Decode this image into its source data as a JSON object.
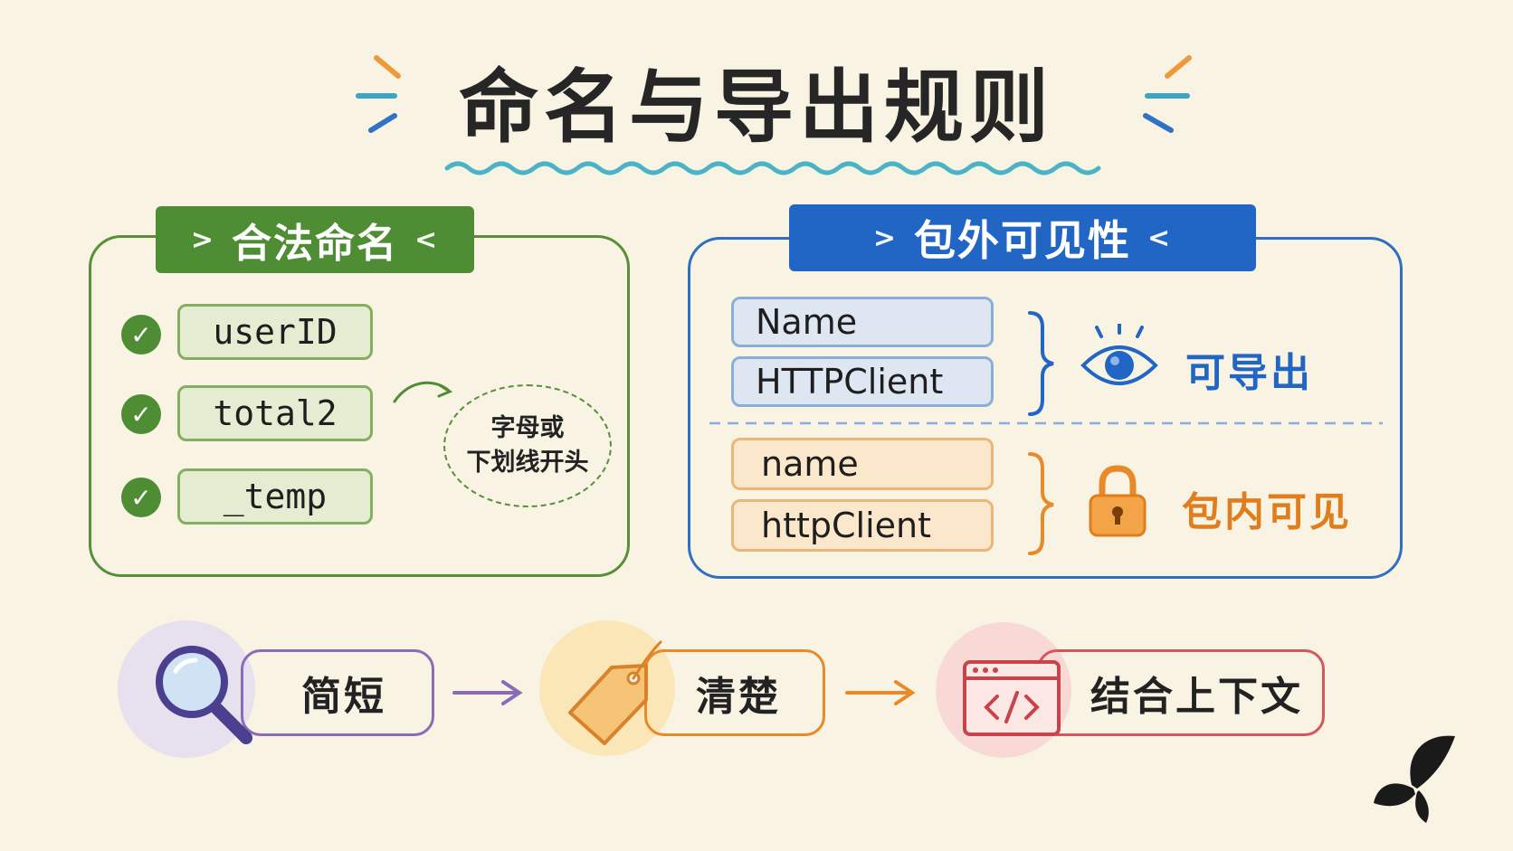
{
  "title": "命名与导出规则",
  "colors": {
    "background": "#f8f3e3",
    "green": "#4f8d35",
    "blue": "#2166c4",
    "orange": "#e98a2a",
    "purple": "#8b6bb5",
    "red": "#d6565c"
  },
  "legal_naming": {
    "heading": "合法命名",
    "items": [
      "userID",
      "total2",
      "_temp"
    ],
    "note_line1": "字母或",
    "note_line2": "下划线开头"
  },
  "visibility": {
    "heading": "包外可见性",
    "exported_group": {
      "names": [
        "Name",
        "HTTPClient"
      ],
      "label": "可导出",
      "icon": "eye-icon"
    },
    "internal_group": {
      "names": [
        "name",
        "httpClient"
      ],
      "label": "包内可见",
      "icon": "lock-icon"
    }
  },
  "principles": [
    {
      "label": "简短",
      "icon": "magnifier-icon"
    },
    {
      "label": "清楚",
      "icon": "tag-icon"
    },
    {
      "label": "结合上下文",
      "icon": "code-window-icon"
    }
  ],
  "logo_icon": "butterfly-icon"
}
